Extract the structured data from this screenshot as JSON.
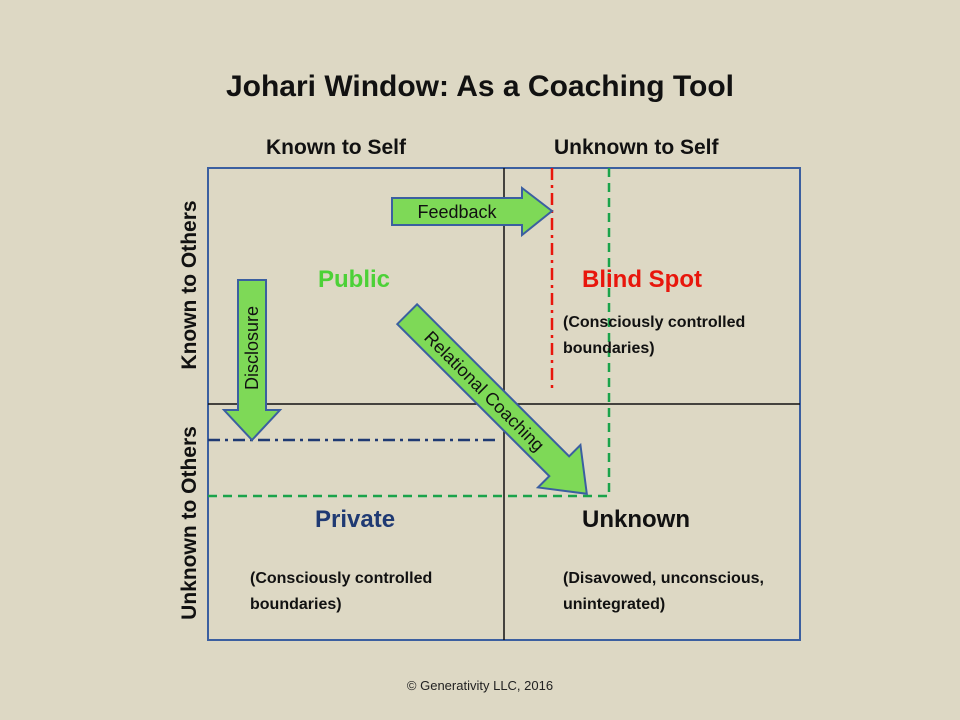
{
  "title": "Johari Window: As a Coaching Tool",
  "columns": {
    "known_to_self": "Known to Self",
    "unknown_to_self": "Unknown to Self"
  },
  "rows": {
    "known_to_others": "Known to Others",
    "unknown_to_others": "Unknown to Others"
  },
  "quadrants": {
    "public": {
      "label": "Public",
      "color": "#4cd137"
    },
    "blind_spot": {
      "label": "Blind Spot",
      "color": "#e8160c",
      "note_line1": "(Consciously  controlled",
      "note_line2": "boundaries)"
    },
    "private": {
      "label": "Private",
      "color": "#1f3a73",
      "note_line1": "(Consciously  controlled",
      "note_line2": "boundaries)"
    },
    "unknown": {
      "label": "Unknown",
      "color": "#111111",
      "note_line1": "(Disavowed, unconscious,",
      "note_line2": "unintegrated)"
    }
  },
  "arrows": {
    "feedback": "Feedback",
    "disclosure": "Disclosure",
    "relational_coaching": "Relational Coaching",
    "fill_color": "#7ed957",
    "stroke_color": "#3b5fa0"
  },
  "colors": {
    "grid_border": "#3b5fa0",
    "red_dash": "#e8160c",
    "green_dash": "#1aa34a",
    "navy_dash": "#1f3a73"
  },
  "footer": "© Generativity LLC, 2016"
}
